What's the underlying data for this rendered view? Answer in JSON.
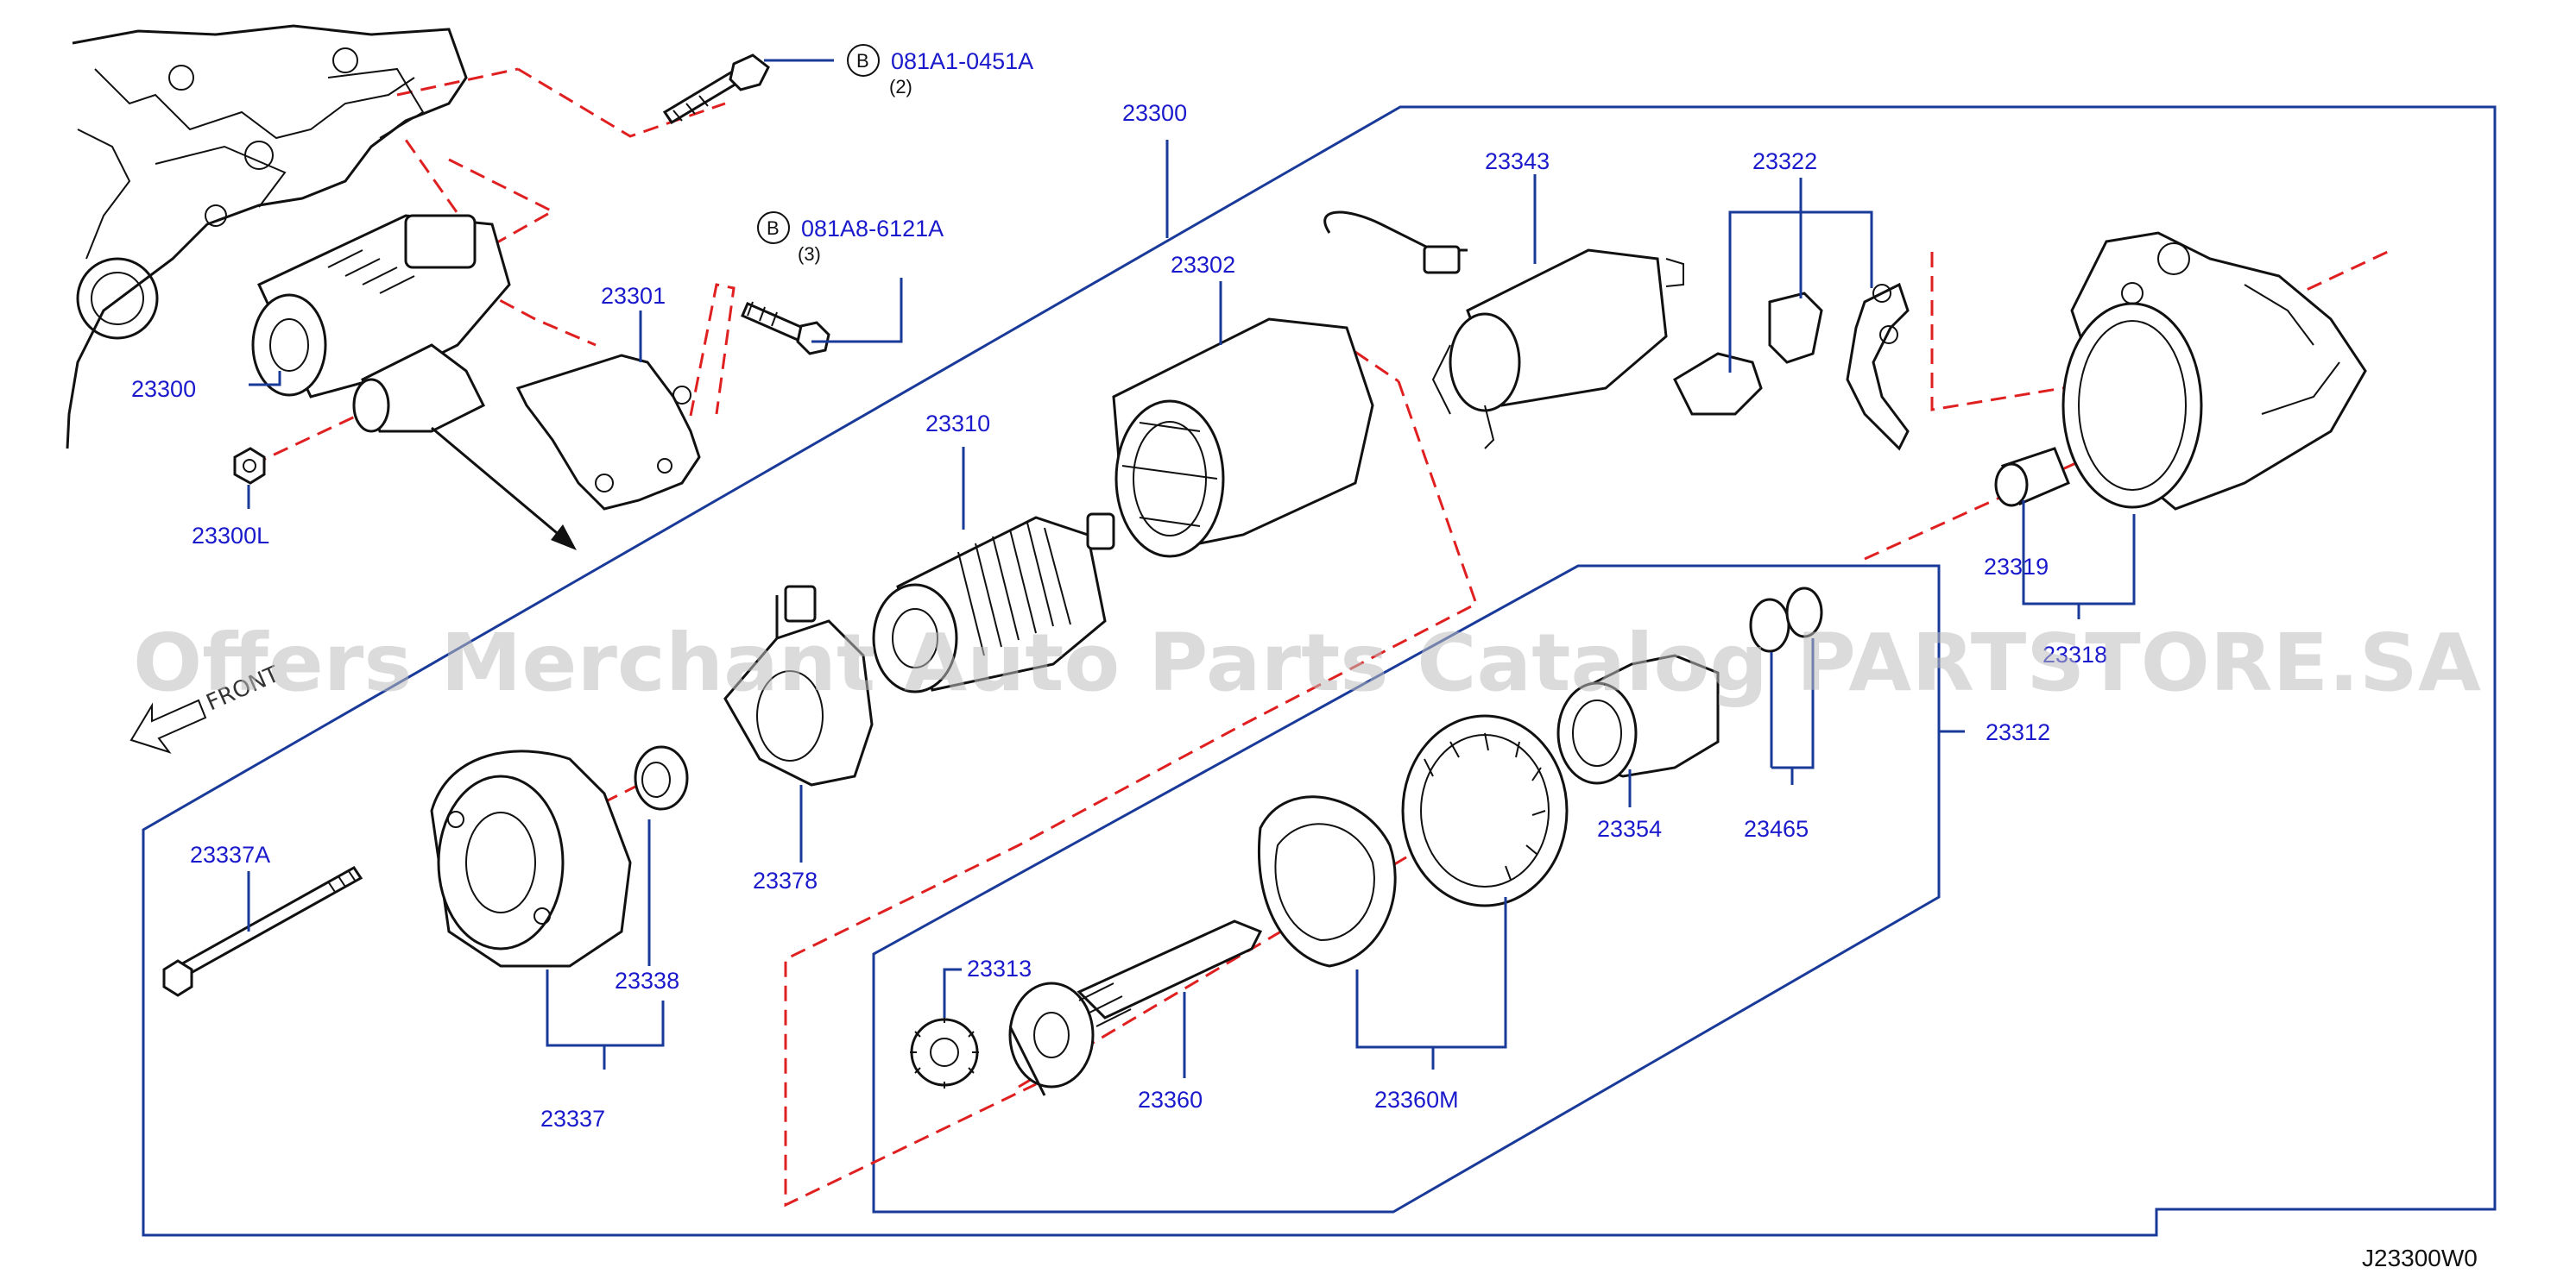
{
  "labels": {
    "l23300_top": "23300",
    "l23300_left": "23300",
    "l23300L": "23300L",
    "l23301": "23301",
    "l23302": "23302",
    "l23310": "23310",
    "l23343": "23343",
    "l23322": "23322",
    "l23319": "23319",
    "l23318": "23318",
    "l23312": "23312",
    "l23354": "23354",
    "l23465": "23465",
    "l23378": "23378",
    "l23337A": "23337A",
    "l23338": "23338",
    "l23337": "23337",
    "l23313": "23313",
    "l23360": "23360",
    "l23360M": "23360M"
  },
  "bolt_refs": [
    {
      "circle_letter": "B",
      "part_no": "081A1-0451A",
      "qty": "(2)"
    },
    {
      "circle_letter": "B",
      "part_no": "081A8-6121A",
      "qty": "(3)"
    }
  ],
  "front_label": "FRONT",
  "diagram_code": "J23300W0",
  "watermark": "Offers Merchant Auto Parts Catalog PARTSTORE.SA",
  "colors": {
    "label_blue": "#1a1acc",
    "frame_blue": "#1a3a9a",
    "dashed_red": "#e02020",
    "watermark_gray": "#bdbdbd"
  }
}
